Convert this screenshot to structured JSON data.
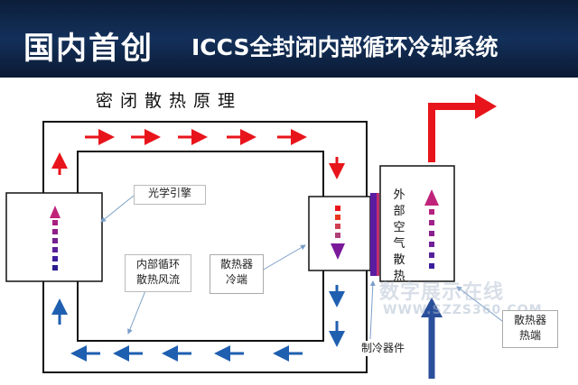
{
  "banner": {
    "main": "国内首创",
    "subtitle": "ICCS全封闭内部循环冷却系统"
  },
  "diagram": {
    "title": "密闭散热原理",
    "labels": {
      "optical_engine": "光学引擎",
      "internal_airflow_line1": "内部循环",
      "internal_airflow_line2": "散热风流",
      "heatsink_cold_line1": "散热器",
      "heatsink_cold_line2": "冷端",
      "cooler": "制冷器件",
      "heatsink_hot_line1": "散热器",
      "heatsink_hot_line2": "热端",
      "outside_air": [
        "外",
        "部",
        "空",
        "气",
        "散",
        "热"
      ]
    }
  },
  "watermark": {
    "text": "数字展示在线",
    "url": "WWW.SZZS360.COM"
  },
  "colors": {
    "banner_bg": "#13305a",
    "hot_red": "#e8141b",
    "cool_blue": "#1f5fb0",
    "dots_violet": "#7a1a9a",
    "cooler_strip": "#5a1ca0"
  }
}
